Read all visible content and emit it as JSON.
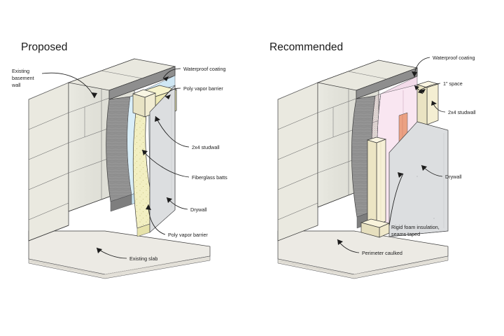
{
  "figure": {
    "type": "technical-illustration",
    "subject": "Basement wall insulation assembly cutaway comparison",
    "background_color": "#ffffff"
  },
  "panels": [
    {
      "id": "proposed",
      "title": "Proposed",
      "callouts": [
        {
          "id": "existing-basement-wall",
          "text_lines": [
            "Existing",
            "basement",
            "wall"
          ]
        },
        {
          "id": "waterproof-coating",
          "text_lines": [
            "Waterproof coating"
          ]
        },
        {
          "id": "poly-vapor-barrier-top",
          "text_lines": [
            "Poly vapor barrier"
          ]
        },
        {
          "id": "studwall",
          "text_lines": [
            "2x4 studwall"
          ]
        },
        {
          "id": "fiberglass-batts",
          "text_lines": [
            "Fiberglass batts"
          ]
        },
        {
          "id": "drywall",
          "text_lines": [
            "Drywall"
          ]
        },
        {
          "id": "poly-vapor-barrier-bottom",
          "text_lines": [
            "Poly vapor barrier"
          ]
        },
        {
          "id": "existing-slab",
          "text_lines": [
            "Existing slab"
          ]
        }
      ],
      "layers": [
        {
          "name": "concrete block wall",
          "color": "#e7e7de"
        },
        {
          "name": "waterproof coating",
          "color": "#8a8a8a"
        },
        {
          "name": "poly vapor barrier",
          "color": "#d6ecf7"
        },
        {
          "name": "fiberglass batts",
          "color": "#f2efc2"
        },
        {
          "name": "2x4 studwall",
          "color": "#f6f2d8"
        },
        {
          "name": "drywall",
          "color": "#dcdee0"
        },
        {
          "name": "existing slab",
          "color": "#eceae4"
        }
      ]
    },
    {
      "id": "recommended",
      "title": "Recommended",
      "callouts": [
        {
          "id": "waterproof-coating",
          "text_lines": [
            "Waterproof coating"
          ]
        },
        {
          "id": "one-inch-space",
          "text_lines": [
            "1\" space"
          ]
        },
        {
          "id": "studwall",
          "text_lines": [
            "2x4 studwall"
          ]
        },
        {
          "id": "drywall",
          "text_lines": [
            "Drywall"
          ]
        },
        {
          "id": "rigid-foam-insulation",
          "text_lines": [
            "Rigid foam insulation,",
            "seams taped"
          ]
        },
        {
          "id": "perimeter-caulked",
          "text_lines": [
            "Perimeter caulked"
          ]
        }
      ],
      "layers": [
        {
          "name": "concrete block wall",
          "color": "#e7e7de"
        },
        {
          "name": "waterproof coating",
          "color": "#8a8a8a"
        },
        {
          "name": "rigid foam insulation",
          "color": "#f7e3ee"
        },
        {
          "name": "taped seam",
          "color": "#ea9878"
        },
        {
          "name": "2x4 studwall",
          "color": "#f9f3db"
        },
        {
          "name": "drywall",
          "color": "#dcdee0"
        },
        {
          "name": "existing slab",
          "color": "#eceae4"
        }
      ]
    }
  ]
}
